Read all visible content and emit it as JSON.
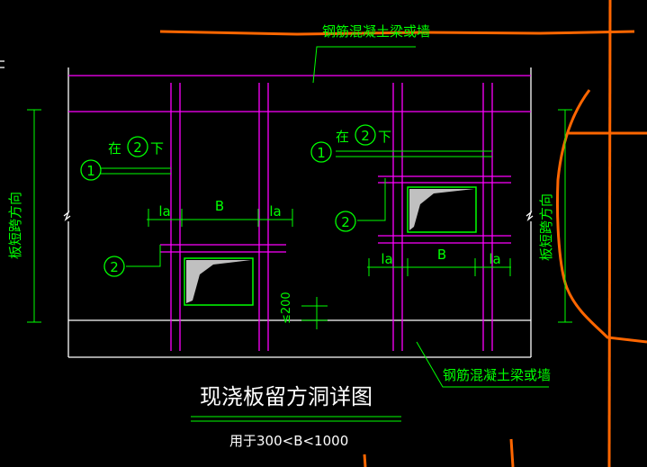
{
  "drawing": {
    "title": "现浇板留方洞详图",
    "subtitle": "用于300<B<1000",
    "top_wall_label": "钢筋混凝土梁或墙",
    "bottom_wall_label": "钢筋混凝土梁或墙",
    "left_span_label": "板短跨方向",
    "right_span_label": "板短跨方向",
    "left_callout_1_num": "1",
    "left_callout_1_text": "在",
    "left_callout_1_ref": "2",
    "left_callout_1_suffix": "下",
    "right_callout_1_num": "1",
    "right_callout_1_text": "在",
    "right_callout_1_ref": "2",
    "right_callout_1_suffix": "下",
    "left_callout_2_num": "2",
    "right_callout_2_num": "2",
    "dim_la": "la",
    "dim_b": "B",
    "dim_200": "≤200"
  },
  "colors": {
    "background": "#000000",
    "green": "#00ff00",
    "magenta": "#ff00ff",
    "white": "#ffffff",
    "orange": "#ff6600",
    "gray": "#c0c0c0"
  }
}
